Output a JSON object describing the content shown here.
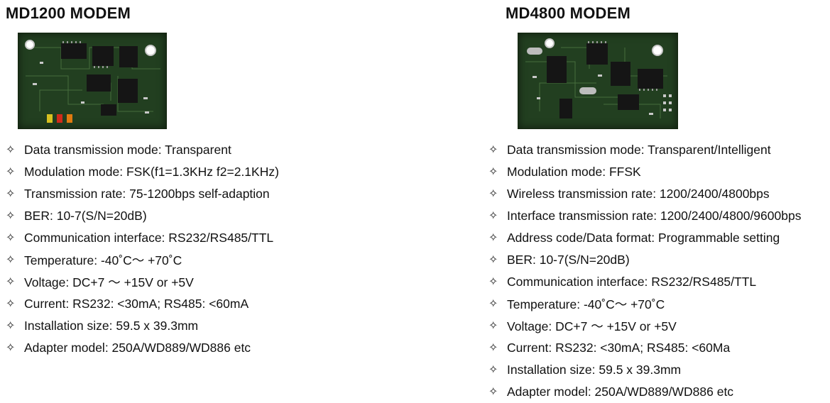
{
  "left": {
    "title": "MD1200 MODEM",
    "image_icon": "circuit-board-photo",
    "bullet_icon": "four-point-star-outline",
    "specs": [
      "Data transmission mode: Transparent",
      "Modulation mode: FSK(f1=1.3KHz f2=2.1KHz)",
      "Transmission rate: 75-1200bps self-adaption",
      "BER: 10-7(S/N=20dB)",
      "Communication interface: RS232/RS485/TTL",
      "Temperature: -40˚C～ +70˚C",
      "Voltage: DC+7 ～ +15V or +5V",
      "Current: RS232: <30mA; RS485: <60mA",
      "Installation size: 59.5 x 39.3mm",
      "Adapter model: 250A/WD889/WD886 etc"
    ]
  },
  "right": {
    "title": "MD4800 MODEM",
    "image_icon": "circuit-board-photo",
    "bullet_icon": "four-point-star-outline",
    "specs": [
      "Data transmission mode: Transparent/Intelligent",
      "Modulation mode: FFSK",
      "Wireless transmission rate: 1200/2400/4800bps",
      "Interface transmission rate: 1200/2400/4800/9600bps",
      "Address code/Data format: Programmable setting",
      "BER: 10-7(S/N=20dB)",
      "Communication interface: RS232/RS485/TTL",
      "Temperature: -40˚C～ +70˚C",
      "Voltage: DC+7 ～ +15V or +5V",
      "Current: RS232: <30mA; RS485: <60Ma",
      "Installation size: 59.5 x 39.3mm",
      "Adapter model: 250A/WD889/WD886 etc"
    ]
  },
  "colors": {
    "pcb": "#223f20",
    "chip": "#151515",
    "led_yellow": "#d8c020",
    "led_red": "#d02a1a",
    "led_orange": "#e07a10"
  }
}
